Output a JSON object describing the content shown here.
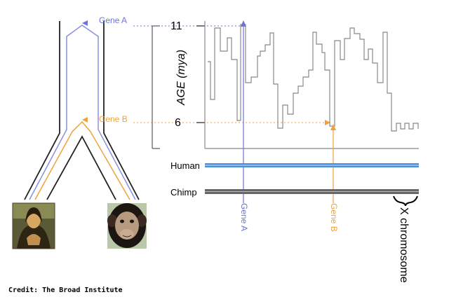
{
  "axis": {
    "title": "AGE (mya)",
    "tick_high": "11",
    "tick_low": "6"
  },
  "genes": {
    "a": {
      "label": "Gene A",
      "axis_label": "Gene A",
      "color": "#6b73d6"
    },
    "b": {
      "label": "Gene B",
      "axis_label": "Gene B",
      "color": "#f0a23a"
    }
  },
  "bars": {
    "human": {
      "label": "Human",
      "color": "#4a90d9"
    },
    "chimp": {
      "label": "Chimp",
      "color": "#666666"
    }
  },
  "x_chromosome_label": "X chromosome",
  "portraits": {
    "human": "mona-lisa",
    "chimp": "chimpanzee"
  },
  "credit": "Credit: The Broad Institute",
  "colors": {
    "trace": "#888888",
    "tree_outer": "#222222",
    "tree_blue": "#8890e0",
    "tree_orange": "#f0a23a"
  }
}
